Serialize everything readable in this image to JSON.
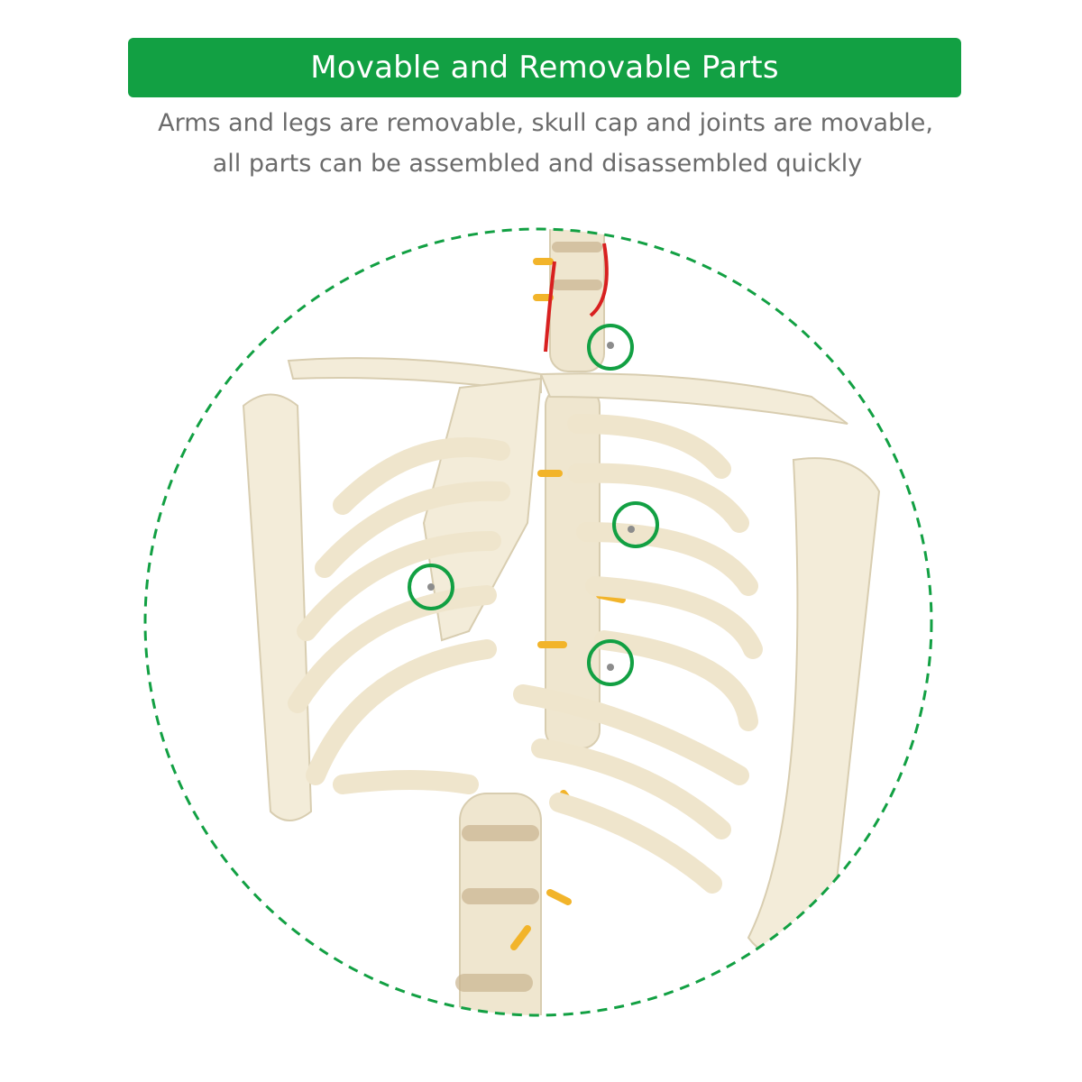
{
  "header": {
    "title": "Movable and Removable Parts",
    "subtitle_line1": "Arms and legs are removable, skull cap and joints are movable,",
    "subtitle_line2": "all parts can be assembled and disassembled quickly"
  },
  "colors": {
    "accent": "#12a043",
    "text": "#6b6b6b",
    "bone": "#f3ecd9",
    "nerve": "#f2b42a",
    "artery": "#d82020"
  },
  "highlights": [
    "neck-joint",
    "rib-joint-upper",
    "sternum-joint",
    "rib-joint-lower"
  ]
}
